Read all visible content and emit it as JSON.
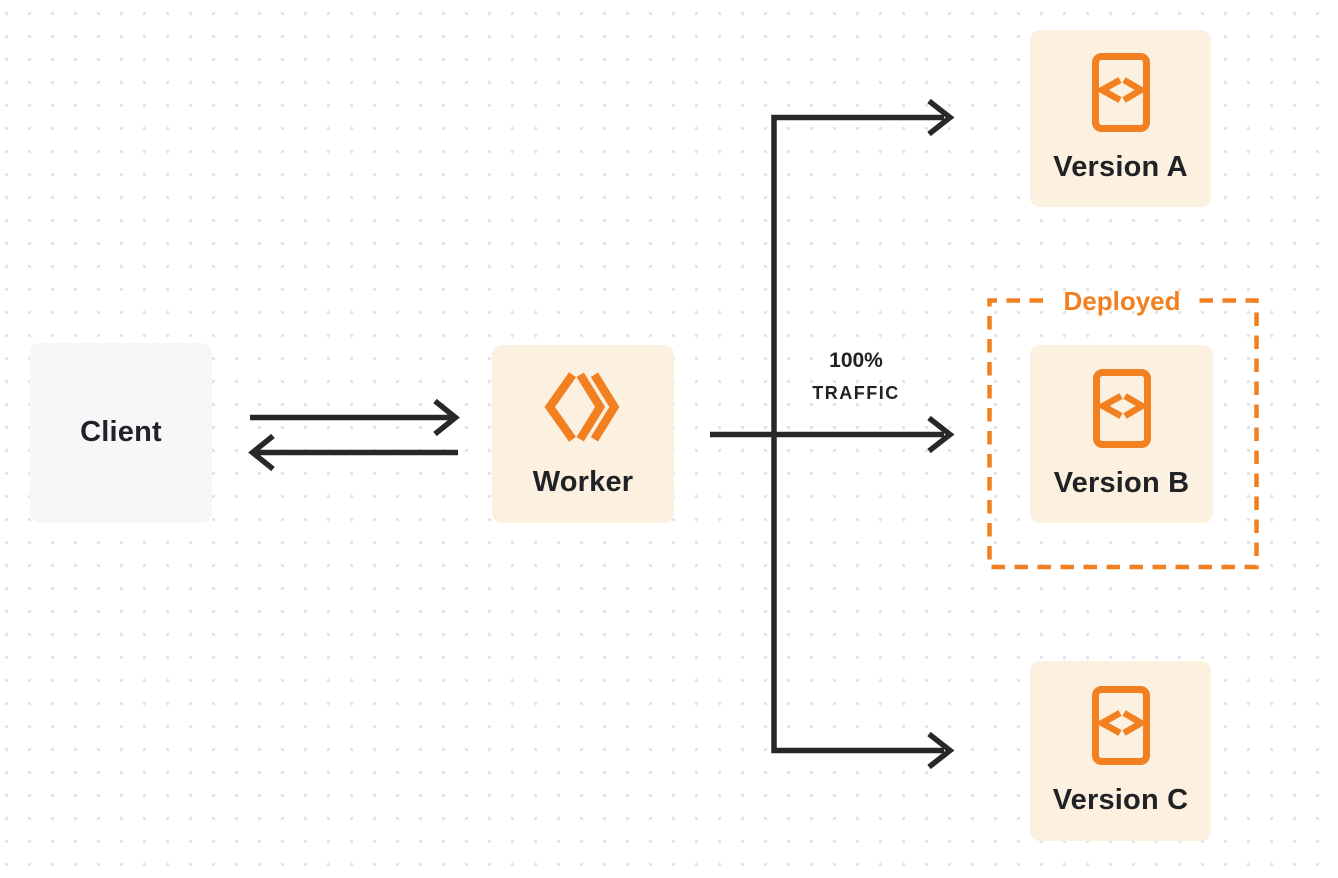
{
  "diagram": {
    "nodes": {
      "client": {
        "label": "Client"
      },
      "worker": {
        "label": "Worker"
      },
      "version_a": {
        "label": "Version A"
      },
      "version_b": {
        "label": "Version B"
      },
      "version_c": {
        "label": "Version C"
      }
    },
    "deployed_badge": {
      "label": "Deployed"
    },
    "traffic_label": {
      "line1": "100%",
      "line2": "TRAFFIC"
    },
    "edges": [
      {
        "from": "client",
        "to": "worker",
        "type": "request-arrow"
      },
      {
        "from": "worker",
        "to": "client",
        "type": "response-arrow"
      },
      {
        "from": "worker",
        "to": "version_a",
        "type": "branch-arrow"
      },
      {
        "from": "worker",
        "to": "version_b",
        "type": "traffic-arrow",
        "label": "100% TRAFFIC"
      },
      {
        "from": "worker",
        "to": "version_c",
        "type": "branch-arrow"
      }
    ]
  },
  "icons": {
    "worker_icon": "cloudflare-workers-logo-icon",
    "version_icon": "code-file-icon"
  },
  "colors": {
    "accent_orange": "#f28020",
    "cream_bg": "#fcf0e0",
    "client_bg": "#f6f7f8",
    "line_dark": "#27282a",
    "text_dark": "#202225",
    "dot_grid": "#e3e3e6",
    "page_bg": "#ffffff"
  }
}
